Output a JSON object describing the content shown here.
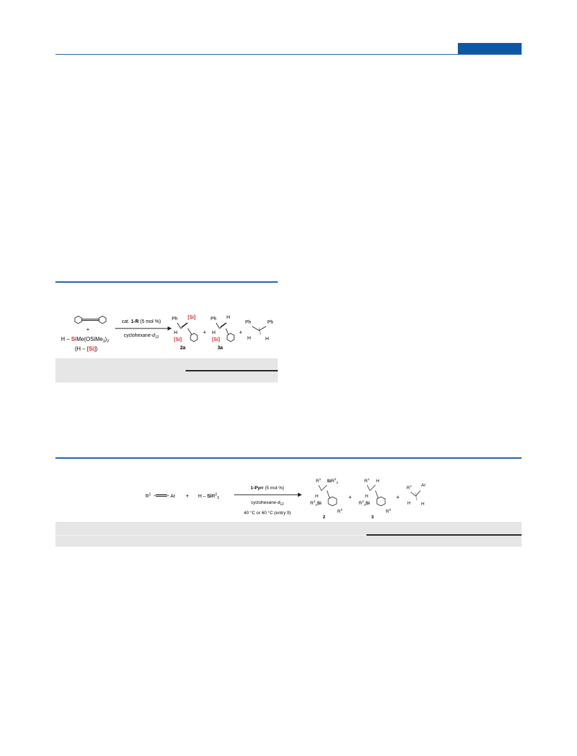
{
  "scheme1": {
    "reagent_line1": "H",
    "reagent_si": "Si",
    "reagent_rest": "Me(OSiMe",
    "reagent_sub3": "3",
    "reagent_close": ")",
    "reagent_sub2": "2",
    "reagent_abbrev_h": "H",
    "reagent_abbrev_si": "[Si]",
    "plus": "+",
    "cond_top_prefix": "cat.",
    "cond_top_cat": "1-R",
    "cond_top_suffix": "(5 mol %)",
    "cond_bottom": "cyclohexane-",
    "cond_bottom_italic": "d",
    "cond_bottom_sub": "12",
    "product1_label": "2a",
    "product2_label": "3a",
    "ph": "Ph",
    "h": "H",
    "si_tag": "[Si]"
  },
  "scheme2": {
    "r1": "R",
    "sup1": "1",
    "ar": "Ar",
    "plus": "+",
    "h": "H",
    "si_bold": "Si",
    "r2": "R",
    "sup2": "2",
    "sub3": "3",
    "cond_top_cat": "1-Pyrr",
    "cond_top_suffix": "(5 mol %)",
    "cond_mid": "cyclohexane-",
    "cond_mid_italic": "d",
    "cond_mid_sub": "12",
    "cond_bottom": "40 °C or 60 °C (entry 9)",
    "product1_label": "2",
    "product2_label": "3",
    "r3": "R",
    "sup3": "3",
    "si": "Si"
  },
  "colors": {
    "accent_blue": "#0d57a7",
    "si_red": "#d9232a"
  }
}
